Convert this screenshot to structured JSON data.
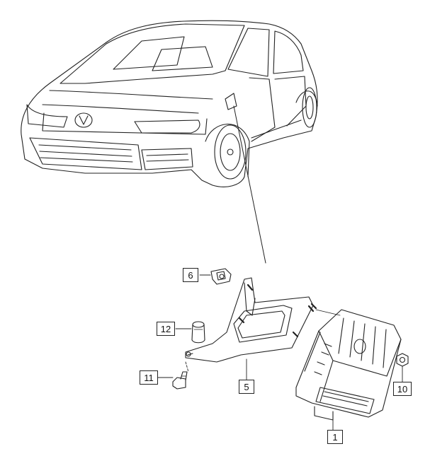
{
  "diagram": {
    "colors": {
      "stroke": "#222222",
      "background": "#ffffff"
    },
    "parts": [
      {
        "id": "1",
        "label": "1",
        "icon": "control-unit"
      },
      {
        "id": "5",
        "label": "5",
        "icon": "mounting-bracket"
      },
      {
        "id": "6",
        "label": "6",
        "icon": "clip-nut"
      },
      {
        "id": "10",
        "label": "10",
        "icon": "hex-nut"
      },
      {
        "id": "11",
        "label": "11",
        "icon": "bolt"
      },
      {
        "id": "12",
        "label": "12",
        "icon": "spacer-sleeve"
      }
    ]
  }
}
